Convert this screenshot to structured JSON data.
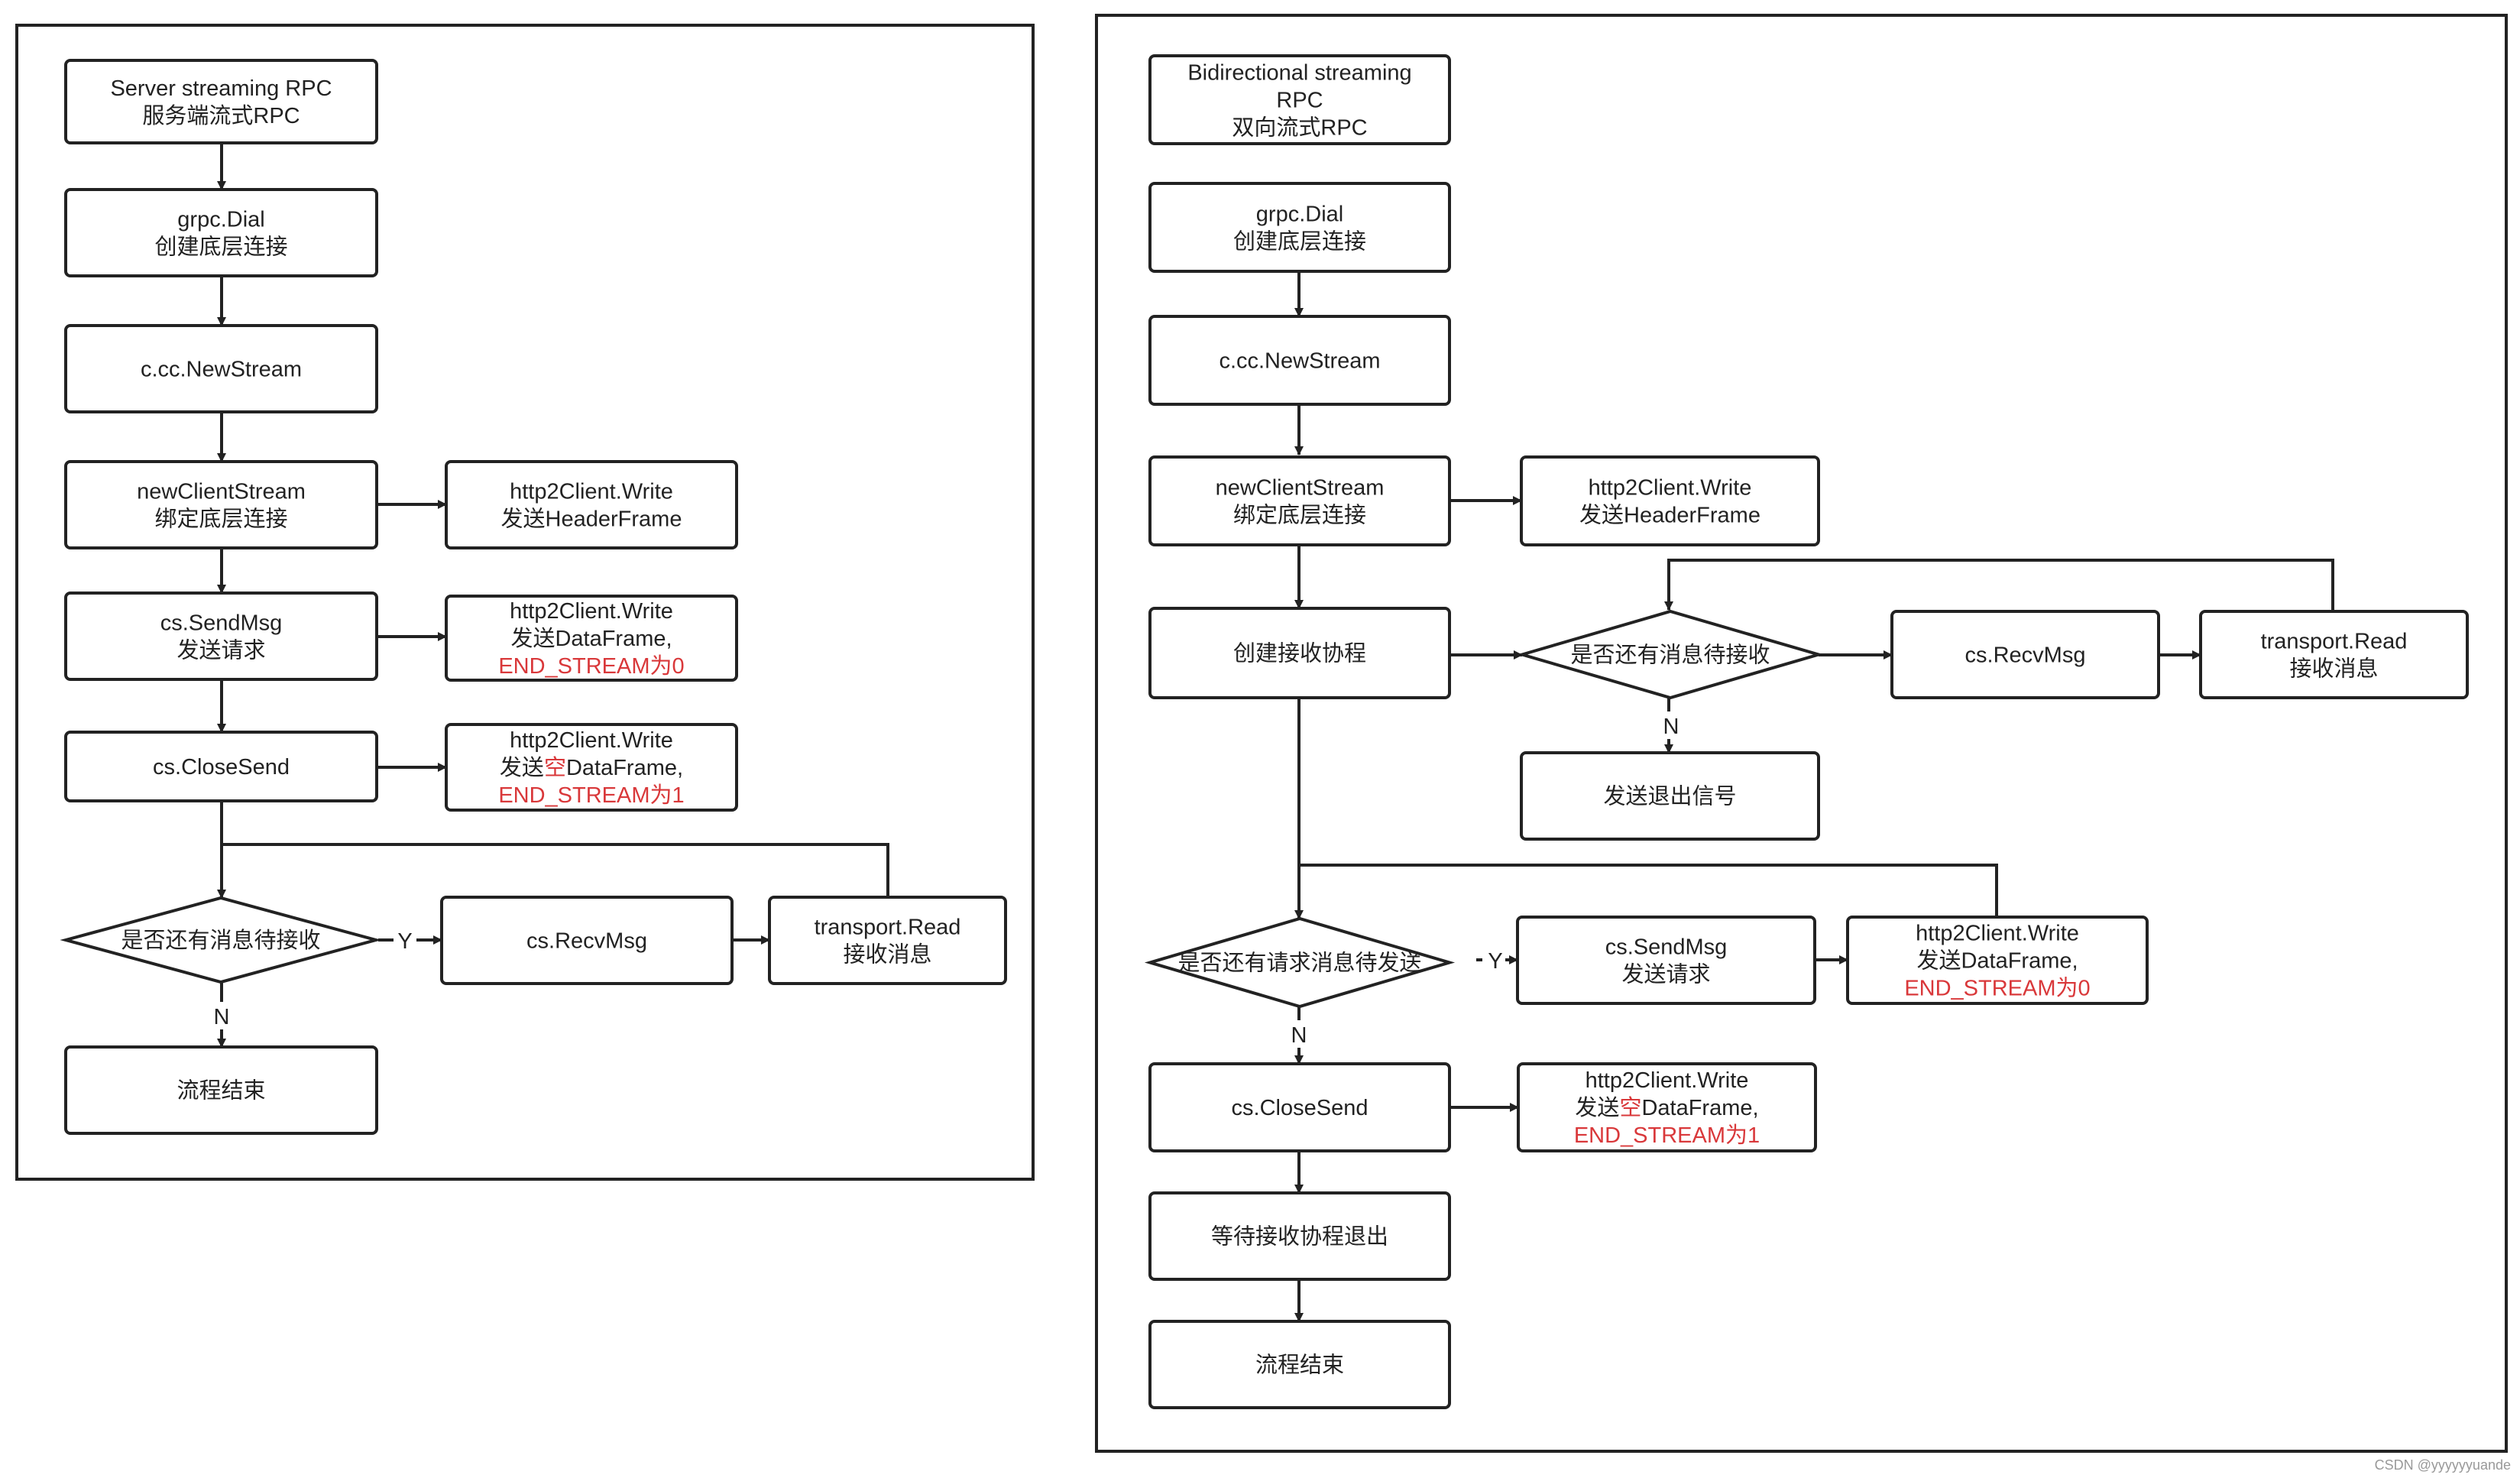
{
  "panels": {
    "left": {
      "nodes": {
        "l_title": {
          "lines": [
            "Server streaming RPC",
            "服务端流式RPC"
          ]
        },
        "l_dial": {
          "lines": [
            "grpc.Dial",
            "创建底层连接"
          ]
        },
        "l_newstream": {
          "lines": [
            "c.cc.NewStream"
          ]
        },
        "l_ncs": {
          "lines": [
            "newClientStream",
            "绑定底层连接"
          ]
        },
        "l_hdr": {
          "lines": [
            "http2Client.Write",
            "发送HeaderFrame"
          ]
        },
        "l_send": {
          "lines": [
            "cs.SendMsg",
            "发送请求"
          ]
        },
        "l_data": {
          "lines": [
            [
              "http2Client.Write"
            ],
            [
              "发送DataFrame,"
            ],
            [
              {
                "t": "END_STREAM为0",
                "red": true
              }
            ]
          ]
        },
        "l_close": {
          "lines": [
            "cs.CloseSend"
          ]
        },
        "l_empty": {
          "lines": [
            [
              "http2Client.Write"
            ],
            [
              "发送",
              {
                "t": "空",
                "red": true
              },
              "DataFrame,"
            ],
            [
              {
                "t": "END_STREAM为1",
                "red": true
              }
            ]
          ]
        },
        "l_dec": {
          "lines": [
            "是否还有消息待接收"
          ]
        },
        "l_recv": {
          "lines": [
            "cs.RecvMsg"
          ]
        },
        "l_tread": {
          "lines": [
            "transport.Read",
            "接收消息"
          ]
        },
        "l_end": {
          "lines": [
            "流程结束"
          ]
        }
      },
      "labels": {
        "yes": "Y",
        "no": "N"
      }
    },
    "right": {
      "nodes": {
        "r_title": {
          "lines": [
            "Bidirectional streaming",
            "RPC",
            "双向流式RPC"
          ]
        },
        "r_dial": {
          "lines": [
            "grpc.Dial",
            "创建底层连接"
          ]
        },
        "r_newstream": {
          "lines": [
            "c.cc.NewStream"
          ]
        },
        "r_ncs": {
          "lines": [
            "newClientStream",
            "绑定底层连接"
          ]
        },
        "r_hdr": {
          "lines": [
            "http2Client.Write",
            "发送HeaderFrame"
          ]
        },
        "r_goroutine": {
          "lines": [
            "创建接收协程"
          ]
        },
        "r_dec1": {
          "lines": [
            "是否还有消息待接收"
          ]
        },
        "r_recv": {
          "lines": [
            "cs.RecvMsg"
          ]
        },
        "r_tread": {
          "lines": [
            "transport.Read",
            "接收消息"
          ]
        },
        "r_exitsig": {
          "lines": [
            "发送退出信号"
          ]
        },
        "r_dec2": {
          "lines": [
            "是否还有请求消息待发送"
          ]
        },
        "r_send": {
          "lines": [
            "cs.SendMsg",
            "发送请求"
          ]
        },
        "r_data": {
          "lines": [
            [
              "http2Client.Write"
            ],
            [
              "发送DataFrame,"
            ],
            [
              {
                "t": "END_STREAM为0",
                "red": true
              }
            ]
          ]
        },
        "r_close": {
          "lines": [
            "cs.CloseSend"
          ]
        },
        "r_empty": {
          "lines": [
            [
              "http2Client.Write"
            ],
            [
              "发送",
              {
                "t": "空",
                "red": true
              },
              "DataFrame,"
            ],
            [
              {
                "t": "END_STREAM为1",
                "red": true
              }
            ]
          ]
        },
        "r_wait": {
          "lines": [
            "等待接收协程退出"
          ]
        },
        "r_end": {
          "lines": [
            "流程结束"
          ]
        }
      },
      "labels": {
        "yes": "Y",
        "no": "N",
        "no1": "N"
      }
    }
  },
  "watermark": "CSDN @yyyyyyuande",
  "colors": {
    "stroke": "#222222",
    "red": "#d9383a"
  }
}
